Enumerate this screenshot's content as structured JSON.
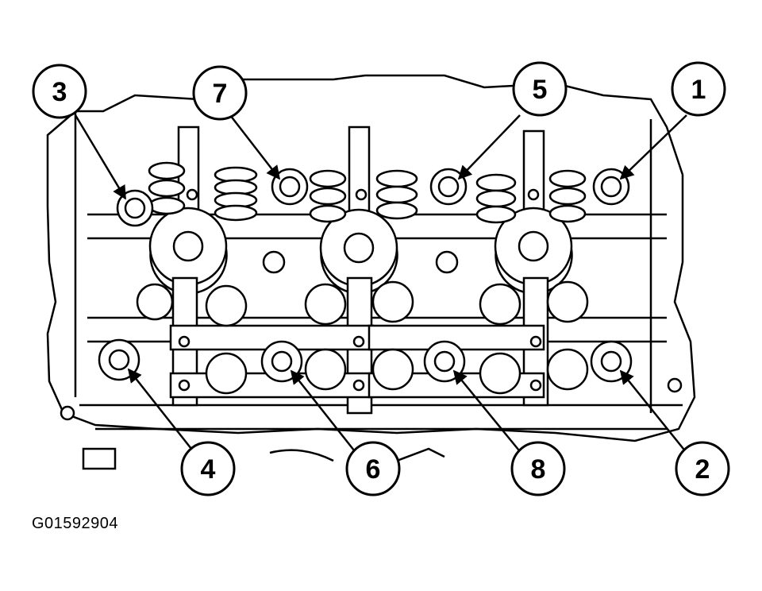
{
  "figure_id": "G01592904",
  "callouts": [
    {
      "label": "1",
      "bolt": "rear-right"
    },
    {
      "label": "2",
      "bolt": "front-right"
    },
    {
      "label": "3",
      "bolt": "rear-left"
    },
    {
      "label": "4",
      "bolt": "front-left"
    },
    {
      "label": "5",
      "bolt": "rear-center-right"
    },
    {
      "label": "6",
      "bolt": "front-center-left"
    },
    {
      "label": "7",
      "bolt": "rear-center-left"
    },
    {
      "label": "8",
      "bolt": "front-center-right"
    }
  ],
  "colors": {
    "line": "#000000",
    "background": "#ffffff"
  }
}
